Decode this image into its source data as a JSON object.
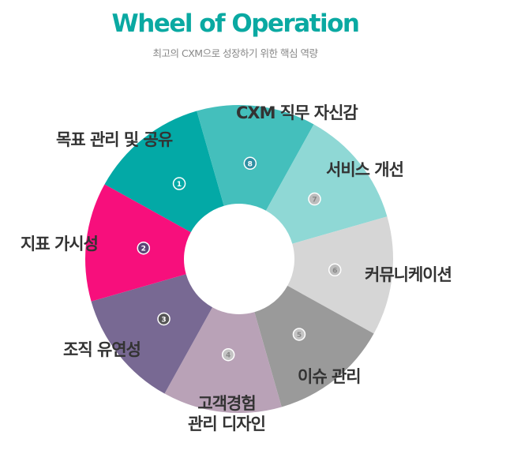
{
  "title": "Wheel of Operation",
  "subtitle": "최고의 CXM으로 성장하기 위한 핵심 역량",
  "segments": [
    {
      "number": "1",
      "label": "목표 관리 및 공유",
      "color": "#03a9a6",
      "badge_fill": "#03a9a6",
      "badge_text": "#ffffff"
    },
    {
      "number": "2",
      "label": "지표 가시성",
      "color": "#f70f7c",
      "badge_fill": "#5b4577",
      "badge_text": "#ffffff"
    },
    {
      "number": "3",
      "label": "조직 유연성",
      "color": "#786993",
      "badge_fill": "#555555",
      "badge_text": "#ffffff"
    },
    {
      "number": "4",
      "label": "고객경험 관리 디자인",
      "color": "#b9a2b7",
      "badge_fill": "#c4c4c4",
      "badge_text": "#888888"
    },
    {
      "number": "5",
      "label": "이슈 관리",
      "color": "#9a9a9a",
      "badge_fill": "#c4c4c4",
      "badge_text": "#888888"
    },
    {
      "number": "6",
      "label": "커뮤니케이션",
      "color": "#d6d6d6",
      "badge_fill": "#bdbdbd",
      "badge_text": "#888888"
    },
    {
      "number": "7",
      "label": "서비스 개선",
      "color": "#8fd8d5",
      "badge_fill": "#bdbdbd",
      "badge_text": "#888888"
    },
    {
      "number": "8",
      "label": "CXM 직무 자신감",
      "color": "#44bfbc",
      "badge_fill": "#2f8fa3",
      "badge_text": "#ffffff"
    }
  ],
  "label_lines": {
    "4a": "고객경험",
    "4b": "관리 디자인"
  }
}
